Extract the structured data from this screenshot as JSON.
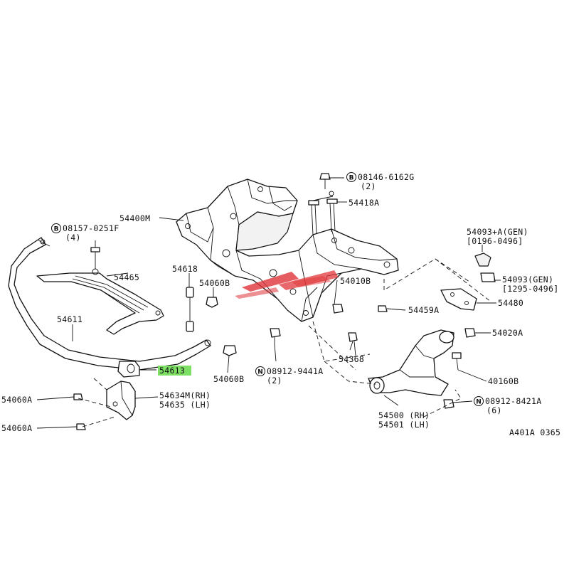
{
  "diagram": {
    "code": "A401A 0365",
    "watermark_color": "#e0353a",
    "highlight_color": "#7ddf64",
    "labels": {
      "p54400M": "54400M",
      "p08146_6162G": "08146-6162G",
      "p08146_qty": "(2)",
      "p54418A": "54418A",
      "p08157_0251F": "08157-0251F",
      "p08157_qty": "(4)",
      "p54465": "54465",
      "p54618": "54618",
      "p54060B_top": "54060B",
      "p54611": "54611",
      "p54613": "54613",
      "p54060B_bot": "54060B",
      "p54060A_top": "54060A",
      "p54060A_bot": "54060A",
      "p54634M": "54634M(RH)",
      "p54635": "54635 (LH)",
      "p54010B": "54010B",
      "p54093A": "54093+A(GEN)",
      "p54093A_range": "[0196-0496]",
      "p54093": "54093(GEN)",
      "p54093_range": "[1295-0496]",
      "p54459A": "54459A",
      "p54480": "54480",
      "p54020A": "54020A",
      "p54368": "54368",
      "p08912_9441A": "08912-9441A",
      "p08912_9441A_qty": "(2)",
      "p40160B": "40160B",
      "p08912_8421A": "08912-8421A",
      "p08912_8421A_qty": "(6)",
      "p54500": "54500 (RH)",
      "p54501": "54501 (LH)",
      "prefix_B": "B",
      "prefix_N": "N"
    }
  }
}
